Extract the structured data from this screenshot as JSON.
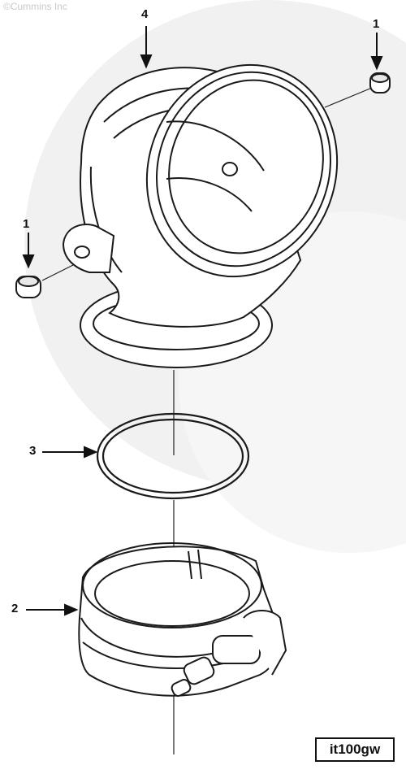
{
  "copyright": "©Cummins Inc",
  "drawing_id": "it100gw",
  "callouts": {
    "screw_top": "1",
    "screw_left": "1",
    "clamp": "2",
    "seal_ring": "3",
    "connection": "4"
  },
  "colors": {
    "line": "#1a1a1a",
    "watermark": "#f2f2f2",
    "text": "#111111"
  }
}
